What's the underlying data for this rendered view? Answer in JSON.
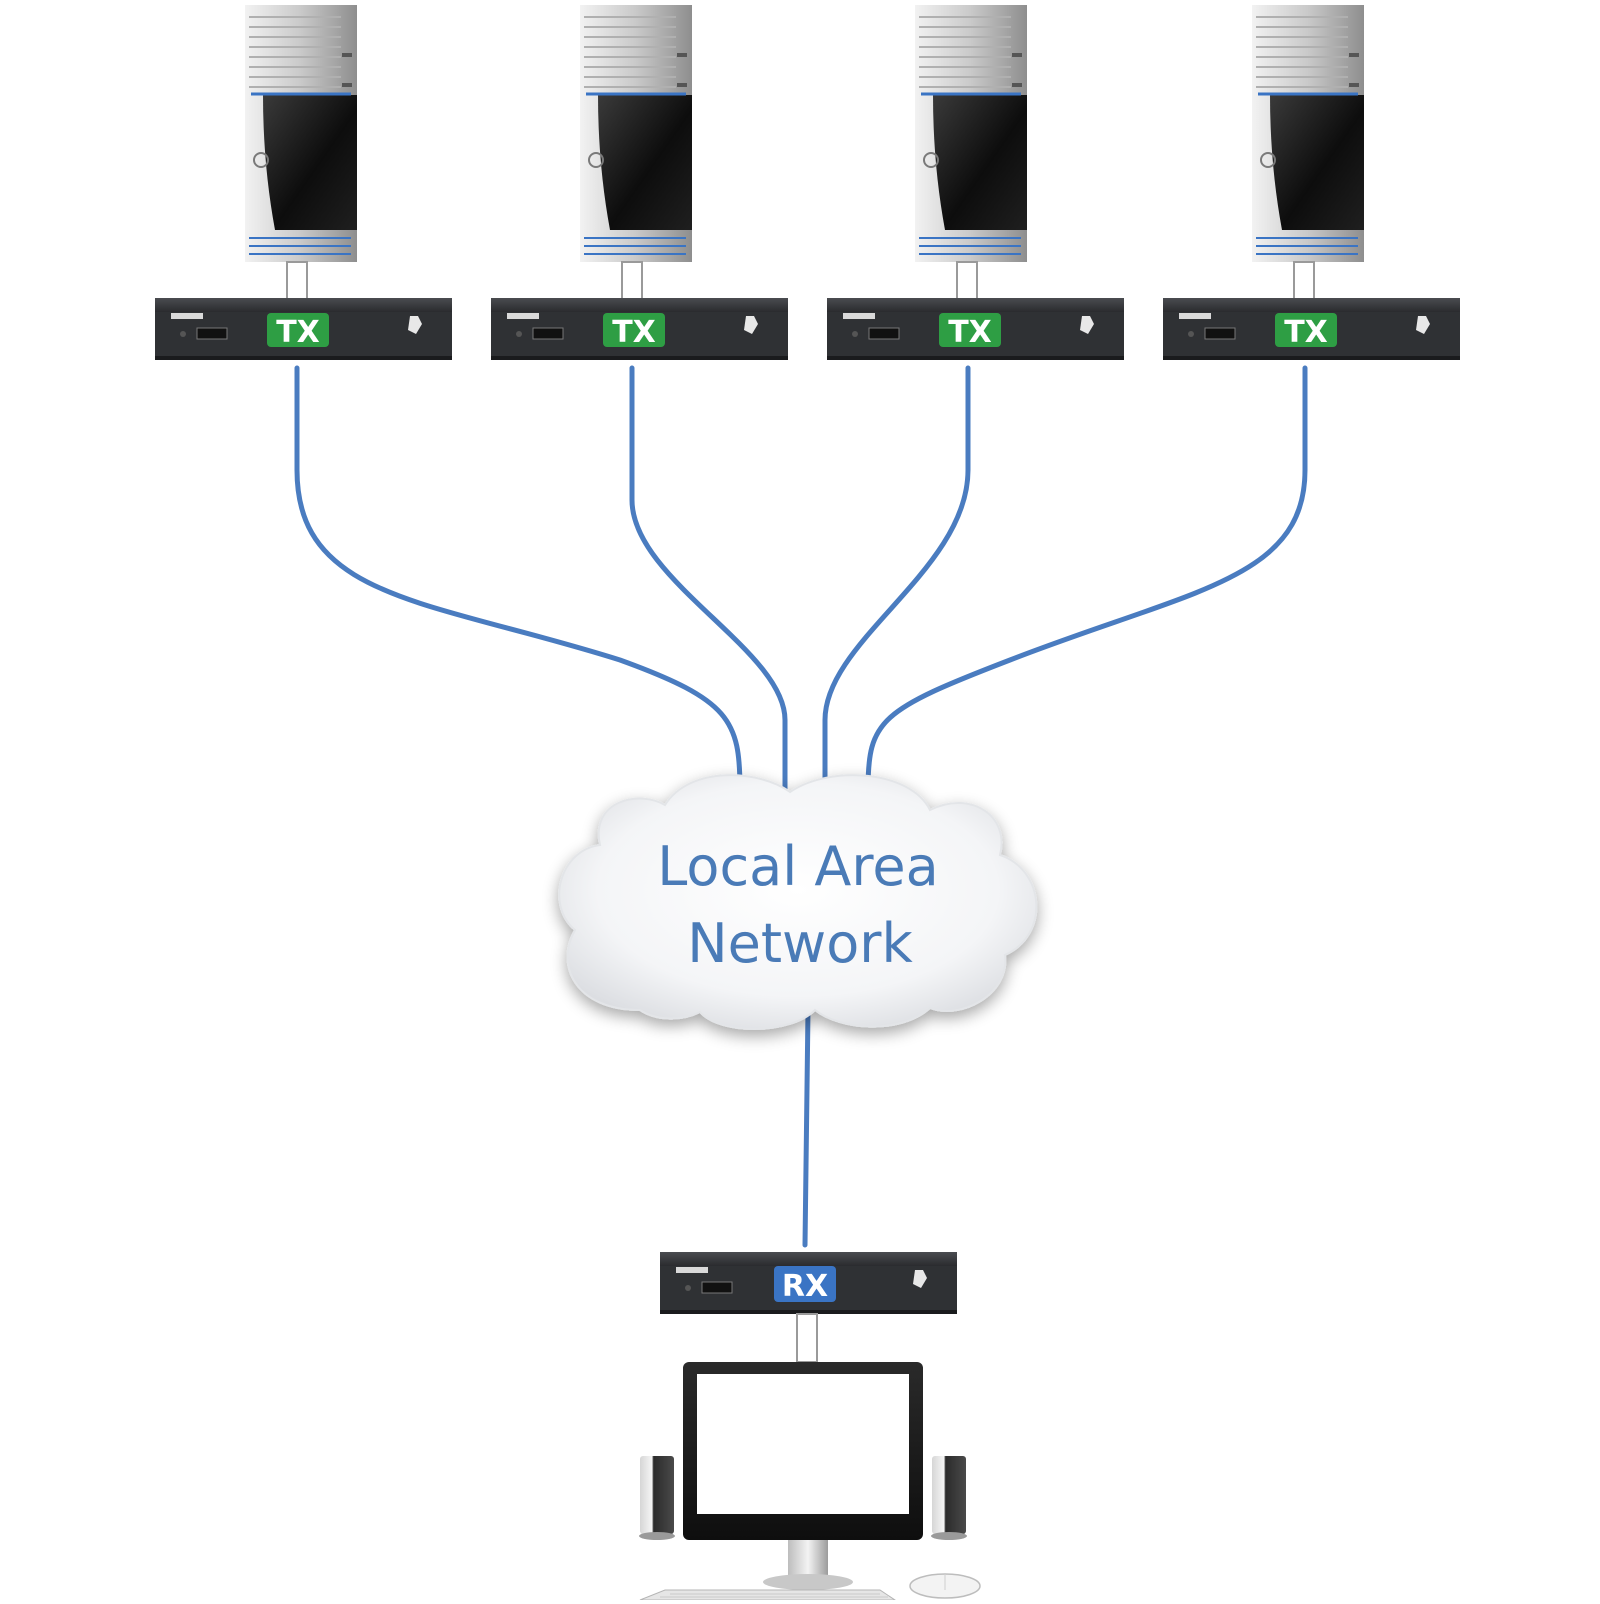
{
  "colors": {
    "cable": "#4a7cc0",
    "tx_badge": "#2e9e44",
    "rx_badge": "#3a74c4",
    "device_body": "#2f3134",
    "cloud_text": "#4a7bb7"
  },
  "sources": [
    {
      "device_label": "TX",
      "icon": "server-tower-icon"
    },
    {
      "device_label": "TX",
      "icon": "server-tower-icon"
    },
    {
      "device_label": "TX",
      "icon": "server-tower-icon"
    },
    {
      "device_label": "TX",
      "icon": "server-tower-icon"
    }
  ],
  "network": {
    "label_line1": "Local Area",
    "label_line2": "Network",
    "icon": "cloud-icon"
  },
  "receiver": {
    "device_label": "RX"
  },
  "workstation": {
    "icons": [
      "monitor-icon",
      "speaker-icon",
      "speaker-icon",
      "keyboard-icon",
      "mouse-icon"
    ]
  }
}
